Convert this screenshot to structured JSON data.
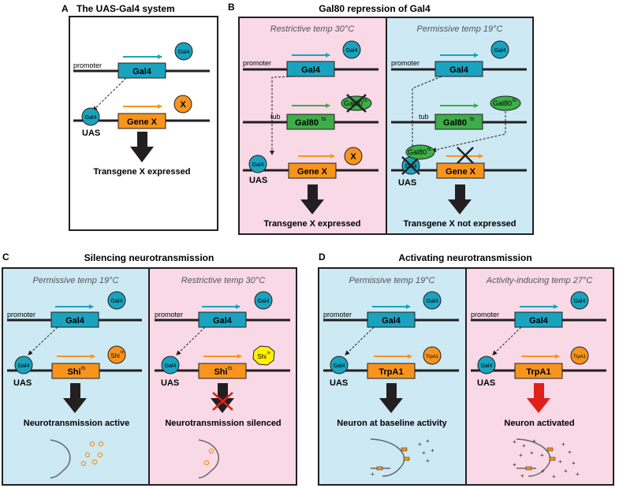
{
  "colors": {
    "teal": "#1aa3be",
    "orange": "#f7941d",
    "green": "#3dae49",
    "yellow": "#fff200",
    "pink": "#f9d9e6",
    "blue": "#cde9f3",
    "red": "#e0201b",
    "line": "#231f20"
  },
  "panel_a": {
    "letter": "A",
    "title": "The UAS-Gal4 system",
    "promoter": "promoter",
    "driver": "Gal4",
    "protein": "Gal4",
    "uas": "UAS",
    "bound": "Gal4",
    "gene": "Gene X",
    "product": "X",
    "result": "Transgene X expressed"
  },
  "panel_b": {
    "letter": "B",
    "title": "Gal80 repression of Gal4",
    "left": {
      "header": "Restrictive temp 30°C",
      "promoter": "promoter",
      "driver": "Gal4",
      "protein": "Gal4",
      "tub": "tub",
      "gal80": "Gal80",
      "gal80_sup": "ts",
      "gal80_protein": "Gal80",
      "gal80_protein_sup": "ts",
      "uas": "UAS",
      "bound": "Gal4",
      "gene": "Gene X",
      "product": "X",
      "result": "Transgene X expressed"
    },
    "right": {
      "header": "Permissive temp 19°C",
      "promoter": "promoter",
      "driver": "Gal4",
      "protein": "Gal4",
      "tub": "tub",
      "gal80": "Gal80",
      "gal80_sup": "ts",
      "gal80_protein": "Gal80",
      "gal80_protein_sup": "ts",
      "bound_gal80": "Gal80",
      "bound_gal80_sup": "ts",
      "uas": "UAS",
      "bound": "Gal4",
      "gene": "Gene X",
      "result": "Transgene X not expressed"
    }
  },
  "panel_c": {
    "letter": "C",
    "title": "Silencing neurotransmission",
    "left": {
      "header": "Permissive temp 19°C",
      "promoter": "promoter",
      "driver": "Gal4",
      "protein": "Gal4",
      "uas": "UAS",
      "bound": "Gal4",
      "gene": "Shi",
      "gene_sup": "ts",
      "product": "Shi",
      "product_sup": "ts",
      "result": "Neurotransmission active"
    },
    "right": {
      "header": "Restrictive temp 30°C",
      "promoter": "promoter",
      "driver": "Gal4",
      "protein": "Gal4",
      "uas": "UAS",
      "bound": "Gal4",
      "gene": "Shi",
      "gene_sup": "ts",
      "product": "Shi",
      "product_sup": "ts",
      "result": "Neurotransmission silenced"
    }
  },
  "panel_d": {
    "letter": "D",
    "title": "Activating neurotransmission",
    "left": {
      "header": "Permissive temp 19°C",
      "promoter": "promoter",
      "driver": "Gal4",
      "protein": "Gal4",
      "uas": "UAS",
      "bound": "Gal4",
      "gene": "TrpA1",
      "product": "TrpA1",
      "result": "Neuron at baseline activity"
    },
    "right": {
      "header": "Activity-inducing temp 27°C",
      "promoter": "promoter",
      "driver": "Gal4",
      "protein": "Gal4",
      "uas": "UAS",
      "bound": "Gal4",
      "gene": "TrpA1",
      "product": "TrpA1",
      "result": "Neuron activated"
    }
  }
}
